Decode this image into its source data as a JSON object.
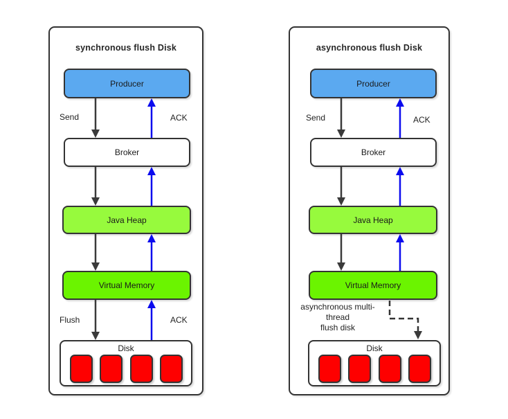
{
  "colors": {
    "producer_fill": "#5BA9F0",
    "java_heap_fill": "#97FA3D",
    "virtual_memory_fill": "#6BF400",
    "disk_block_fill": "#FE0000",
    "down_arrow": "#3a3a3a",
    "up_arrow": "#0b0bee",
    "border": "#333333"
  },
  "left_panel": {
    "title": "synchronous flush Disk",
    "nodes": {
      "producer": "Producer",
      "broker": "Broker",
      "java_heap": "Java Heap",
      "virtual_memory": "Virtual Memory",
      "disk": "Disk"
    },
    "labels": {
      "send": "Send",
      "ack_top": "ACK",
      "flush": "Flush",
      "ack_bottom": "ACK"
    }
  },
  "right_panel": {
    "title": "asynchronous flush Disk",
    "nodes": {
      "producer": "Producer",
      "broker": "Broker",
      "java_heap": "Java Heap",
      "virtual_memory": "Virtual Memory",
      "disk": "Disk"
    },
    "labels": {
      "send": "Send",
      "ack_top": "ACK",
      "async_note": "asynchronous multi-\nthread\nflush disk"
    }
  }
}
